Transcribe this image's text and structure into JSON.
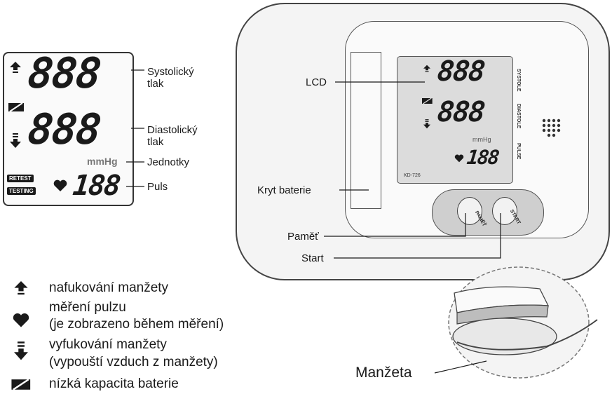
{
  "lcd_detail": {
    "systolic_digits": "888",
    "diastolic_digits": "888",
    "unit": "mmHg",
    "pulse_digits": "188",
    "retest_tag": "RETEST",
    "testing_tag": "TESTING"
  },
  "callouts": {
    "systolic_line1": "Systolický",
    "systolic_line2": "tlak",
    "diastolic_line1": "Diastolický",
    "diastolic_line2": "tlak",
    "units": "Jednotky",
    "pulse": "Puls"
  },
  "device": {
    "lcd_label": "LCD",
    "battery_cover_label": "Kryt baterie",
    "memory_label": "Paměť",
    "start_label": "Start",
    "cuff_label": "Manžeta",
    "screen_systolic": "888",
    "screen_diastolic": "888",
    "screen_unit": "mmHg",
    "screen_pulse": "188",
    "screen_model": "KD-726",
    "side_systole": "SYSTOLE",
    "side_diastole": "DIASTOLE",
    "side_pulse": "PULSE",
    "button_memory": "PAMĚŤ",
    "button_start": "START"
  },
  "legend": [
    {
      "icon": "inflate-arrow-icon",
      "text": "nafukování manžety"
    },
    {
      "icon": "heart-icon",
      "text": "měření pulzu"
    },
    {
      "icon": "",
      "text": "(je zobrazeno během měření)"
    },
    {
      "icon": "deflate-arrow-icon",
      "text": "vyfukování manžety"
    },
    {
      "icon": "",
      "text": "(vypouští vzduch z manžety)"
    },
    {
      "icon": "low-battery-icon",
      "text": "nízká kapacita baterie"
    }
  ]
}
